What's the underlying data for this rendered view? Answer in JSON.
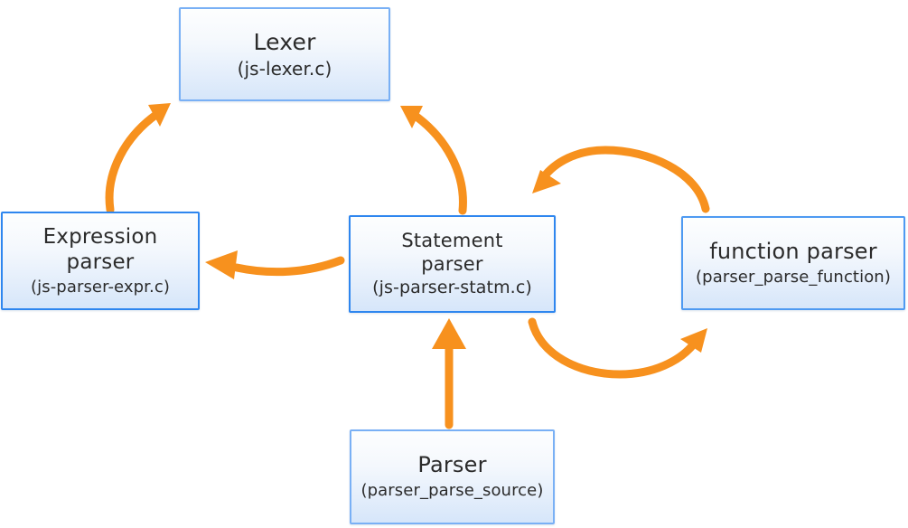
{
  "diagram": {
    "title": "JavaScript engine parser component diagram",
    "colors": {
      "arrow": "#f7911e",
      "node_border_light": "#79b0f5",
      "node_border_strong": "#2e86ef",
      "node_fill_top": "#fdfefe",
      "node_fill_bottom": "#d6e6fa",
      "text": "#2b2b2b",
      "background": "#ffffff"
    },
    "nodes": [
      {
        "id": "lexer",
        "title": "Lexer",
        "subtitle": "(js-lexer.c)"
      },
      {
        "id": "expression-parser",
        "title": "Expression\nparser",
        "subtitle": "(js-parser-expr.c)"
      },
      {
        "id": "statement-parser",
        "title": "Statement\nparser",
        "subtitle": "(js-parser-statm.c)"
      },
      {
        "id": "function-parser",
        "title": "function parser",
        "subtitle": "(parser_parse_function)"
      },
      {
        "id": "parser",
        "title": "Parser",
        "subtitle": "(parser_parse_source)"
      }
    ],
    "edges": [
      {
        "id": "expression-parser-to-lexer",
        "from": "expression-parser",
        "to": "lexer",
        "style": "curved"
      },
      {
        "id": "statement-parser-to-lexer",
        "from": "statement-parser",
        "to": "lexer",
        "style": "curved"
      },
      {
        "id": "statement-parser-to-expression-parser",
        "from": "statement-parser",
        "to": "expression-parser",
        "style": "curved"
      },
      {
        "id": "function-parser-to-statement-parser",
        "from": "function-parser",
        "to": "statement-parser",
        "style": "arc-over"
      },
      {
        "id": "statement-parser-to-function-parser",
        "from": "statement-parser",
        "to": "function-parser",
        "style": "arc-under"
      },
      {
        "id": "parser-to-statement-parser",
        "from": "parser",
        "to": "statement-parser",
        "style": "straight"
      }
    ]
  }
}
